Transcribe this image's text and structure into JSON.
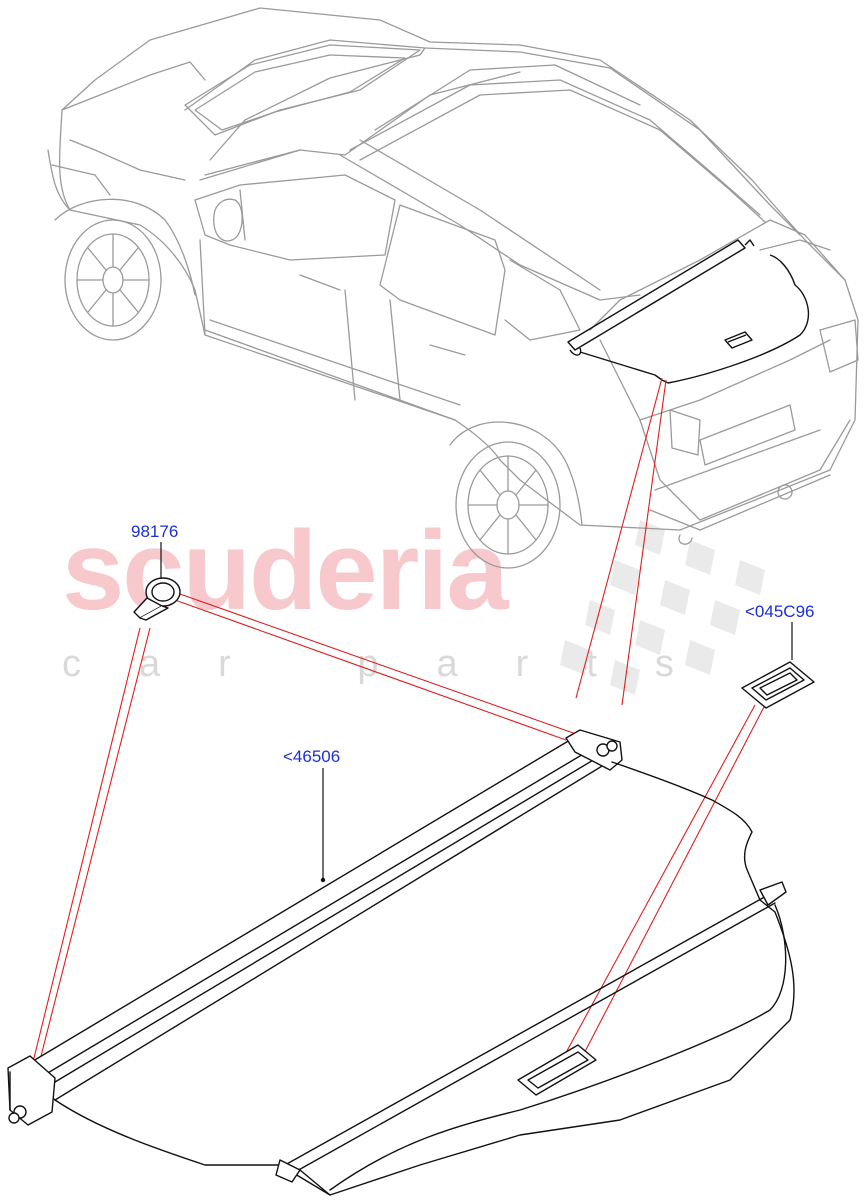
{
  "watermark": {
    "brand": "scuderia",
    "tagline": "car parts"
  },
  "callouts": [
    {
      "id": "retainer-clip",
      "label": "98176"
    },
    {
      "id": "cover-assembly",
      "label": "<46506"
    },
    {
      "id": "handle",
      "label": "<045C96"
    }
  ],
  "colors": {
    "callout_text": "#1b2fd6",
    "leader_line": "#e01e1e",
    "vehicle_outline": "#9a9a9a",
    "part_outline": "#111111",
    "watermark_red": "#f5b8bc",
    "watermark_grey": "#d9d9d9"
  }
}
